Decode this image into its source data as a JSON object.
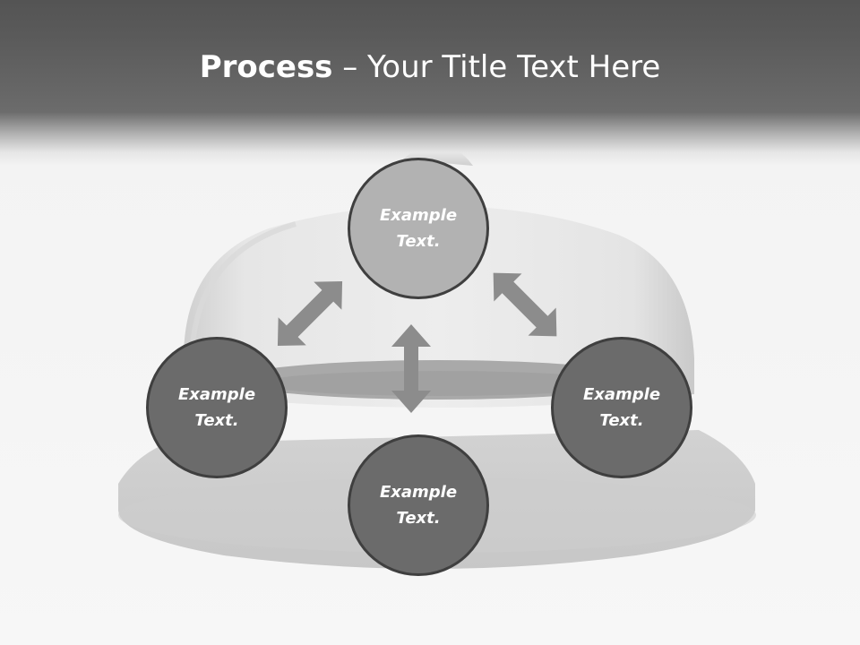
{
  "title": {
    "bold": "Process",
    "rest": " – Your Title Text Here"
  },
  "nodes": {
    "top": "Example\nText.",
    "left": "Example\nText.",
    "right": "Example\nText.",
    "bottom": "Example\nText."
  },
  "colors": {
    "title_bar": "#555555",
    "node_top_fill": "#b2b2b2",
    "node_fill": "#6b6b6b",
    "node_border": "#3f3f3f",
    "arrow": "#8c8c8c"
  }
}
